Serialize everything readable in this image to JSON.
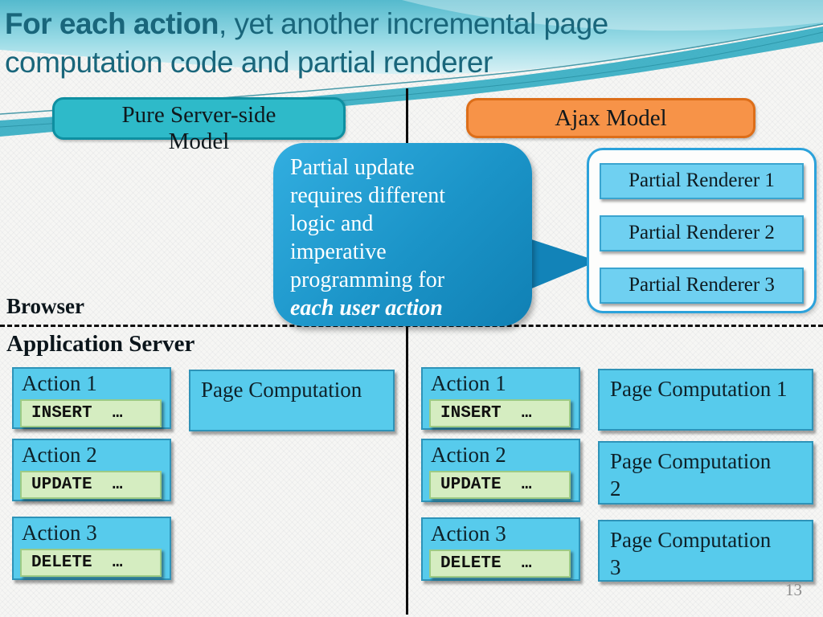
{
  "slide": {
    "title_bold": "For each action",
    "title_rest": ", yet another incremental page",
    "title_line2": "computation code and partial renderer",
    "page_number": "13"
  },
  "model_headers": {
    "server_side_line1": "Pure Server-side",
    "server_side_line2": "Model",
    "ajax": "Ajax Model"
  },
  "callout": {
    "lines": [
      "Partial update",
      "requires different",
      "logic and",
      "imperative",
      "programming for"
    ],
    "emphasis": "each user action"
  },
  "partial_renderers": {
    "items": [
      "Partial Renderer 1",
      "Partial Renderer 2",
      "Partial Renderer 3"
    ]
  },
  "tiers": {
    "browser": "Browser",
    "app_server": "Application Server"
  },
  "server_side_column": {
    "actions": [
      {
        "label": "Action 1",
        "code": "INSERT  …"
      },
      {
        "label": "Action 2",
        "code": "UPDATE  …"
      },
      {
        "label": "Action 3",
        "code": "DELETE  …"
      }
    ],
    "page_computation": "Page Computation"
  },
  "ajax_column": {
    "actions": [
      {
        "label": "Action 1",
        "code": "INSERT  …"
      },
      {
        "label": "Action 2",
        "code": "UPDATE  …"
      },
      {
        "label": "Action 3",
        "code": "DELETE  …"
      }
    ],
    "page_computations": [
      {
        "line1": "Page Computation 1",
        "line2": ""
      },
      {
        "line1": "Page Computation",
        "line2": "2"
      },
      {
        "line1": "Page Computation",
        "line2": "3"
      }
    ]
  },
  "colors": {
    "title_text": "#19667B",
    "server_side_fill": "#2EBAC9",
    "server_side_border": "#0E8FA1",
    "ajax_fill": "#F79348",
    "ajax_border": "#DD6E19",
    "action_fill": "#57CBEC",
    "action_border": "#2E93B8",
    "code_fill": "#D5EDC1",
    "code_border": "#9DCB85",
    "callout_fill": "#1B94C8",
    "renderer_container_border": "#2BA2DB",
    "wave_teal": "#35ADC2"
  }
}
